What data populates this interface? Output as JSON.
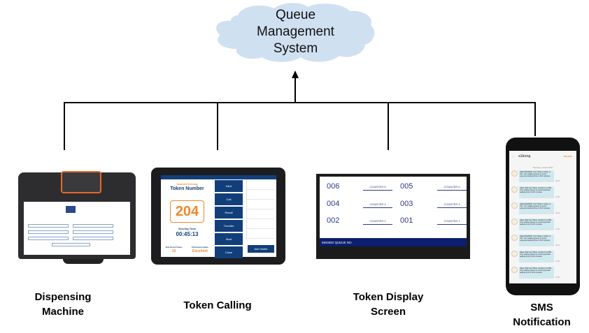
{
  "cloud": {
    "title_lines": [
      "Queue",
      "Management",
      "System"
    ],
    "fill": "#cfe0f1"
  },
  "nodes": [
    {
      "label_lines": [
        "Dispensing",
        "Machine"
      ]
    },
    {
      "label_lines": [
        "Token Calling"
      ]
    },
    {
      "label_lines": [
        "Token Display",
        "Screen"
      ]
    },
    {
      "label_lines": [
        "SMS",
        "Notification"
      ]
    }
  ],
  "token_calling": {
    "current_serving": "Current Serving",
    "token_number_label": "Token Number",
    "token": "204",
    "serving_time_label": "Serving Time",
    "serving_time": "00:45:13",
    "total_served_label": "Total Served Tokens",
    "total_served": "10",
    "performance_label": "Performance Status",
    "performance": "Excellent",
    "buttons": [
      "Next",
      "Call",
      "Recall",
      "Transfer",
      "Start",
      "Close"
    ],
    "add_visitor": "Add Visitor",
    "accent": "#f0872a",
    "brand": "#123f7a"
  },
  "display": {
    "rows": [
      {
        "left_token": "006",
        "left_counter": "COUNTER 5",
        "right_token": "005",
        "right_counter": "COUNTER 6"
      },
      {
        "left_token": "004",
        "left_counter": "COUNTER 4",
        "right_token": "003",
        "right_counter": "COUNTER 3"
      },
      {
        "left_token": "002",
        "left_counter": "COUNTER 2",
        "right_token": "001",
        "right_counter": "COUNTER 1"
      }
    ],
    "missed": "MISSED QUEUE NO."
  },
  "sms": {
    "contact": "a1bizsg",
    "delete": "DELETE",
    "date": "Thursday, 13 April 2017",
    "messages": [
      {
        "text": "Hello MAVRICK,Your Token number is 011. Your waiting Queue is 3 and expected waiting time is 0:03 minutes",
        "time": "09:41"
      },
      {
        "text": "Hello JOE,Your Token number is A-006. Your waiting Queue is 2 and expected waiting time is 0:01 minutes",
        "time": "17:02"
      },
      {
        "text": "Hello MAVRICK,Your Token number is 011. Your waiting Queue is 3 and expected waiting time is 0:03 minutes",
        "time": "09:41"
      },
      {
        "text": "Hello JOE,Your Token number is A-006. Your waiting Queue is 2 and expected waiting time is 0:01 minutes",
        "time": "17:02"
      },
      {
        "text": "Hello MAVRICK,Your Token number is 011. Your waiting Queue is 3 and expected waiting time is 0:03 minutes",
        "time": "09:41"
      },
      {
        "text": "Hello JOE,Your Token number is A-006. Your waiting Queue is 2 and expected waiting time is 0:01 minutes",
        "time": "17:02"
      },
      {
        "text": "Hello JOE,Your Token number is A-006. Your waiting Queue is 2 and expected waiting time is 0:01 minutes",
        "time": "17:02"
      }
    ]
  }
}
